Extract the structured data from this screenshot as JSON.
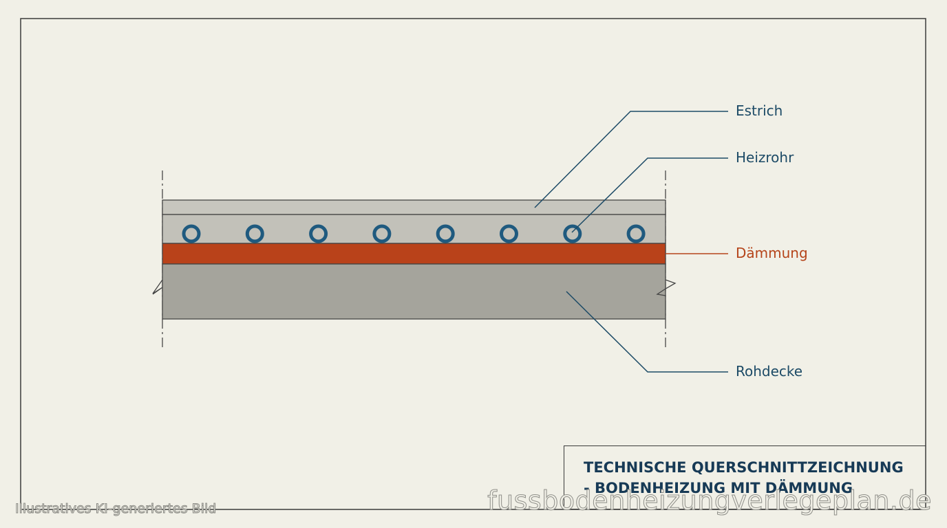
{
  "labels": {
    "estrich": "Estrich",
    "heizrohr": "Heizrohr",
    "daemmung": "Dämmung",
    "rohdecke": "Rohdecke"
  },
  "title_block": {
    "line1": "TECHNISCHE QUERSCHNITTZEICHNUNG",
    "line2": "- BODENHEIZUNG MIT DÄMMUNG"
  },
  "watermarks": {
    "left": "Illustratives KI-generiertes Bild",
    "right": "fussbodenheizungverlegeplan.de"
  },
  "layers": [
    {
      "name": "Estrich",
      "color": "#c6c5bd"
    },
    {
      "name": "Heizrohr",
      "color": "#1f5a7f"
    },
    {
      "name": "Dämmung",
      "color": "#b9421a"
    },
    {
      "name": "Rohdecke",
      "color": "#a5a49c"
    }
  ],
  "colors": {
    "background": "#f1f0e7",
    "leader_line": "#1c4a66",
    "accent": "#b5441a",
    "outline": "#3a3a3a"
  },
  "pipe_count": 8
}
